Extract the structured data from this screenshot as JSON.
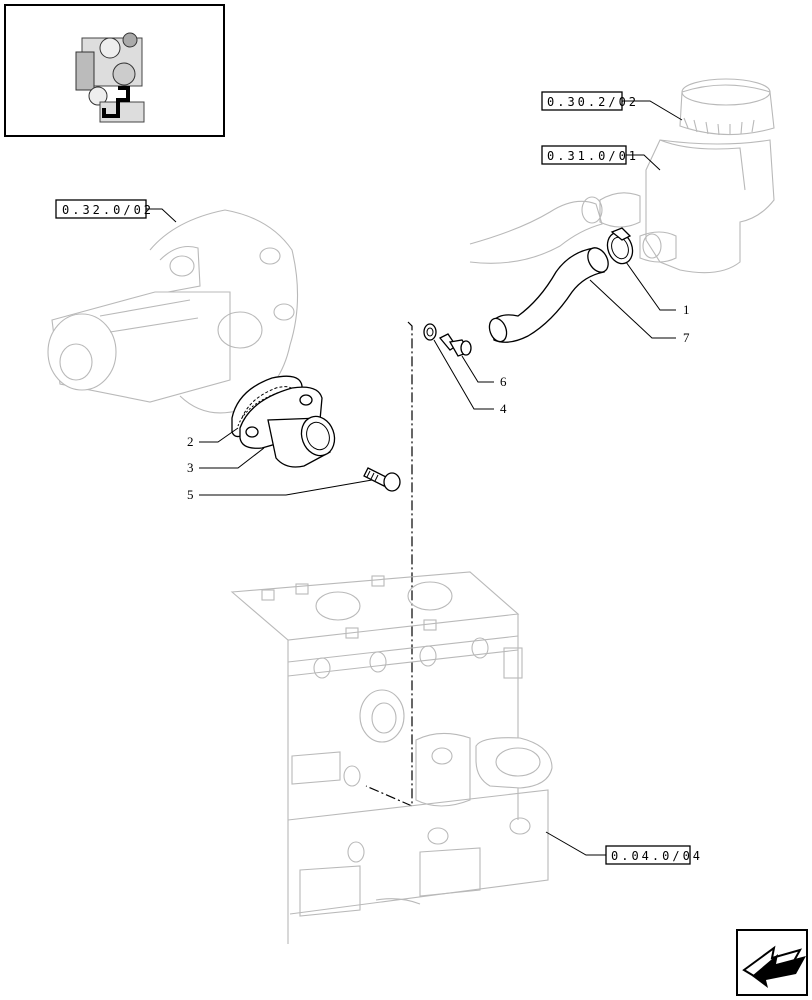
{
  "references": {
    "filter_top": "0.30.2/02",
    "filter_base": "0.31.0/01",
    "pump": "0.32.0/02",
    "block": "0.04.0/04"
  },
  "callouts": [
    "1",
    "2",
    "3",
    "4",
    "5",
    "6",
    "7"
  ],
  "icons": {
    "thumbnail": "engine-locator-thumbnail",
    "nav": "back-arrow-icon"
  }
}
